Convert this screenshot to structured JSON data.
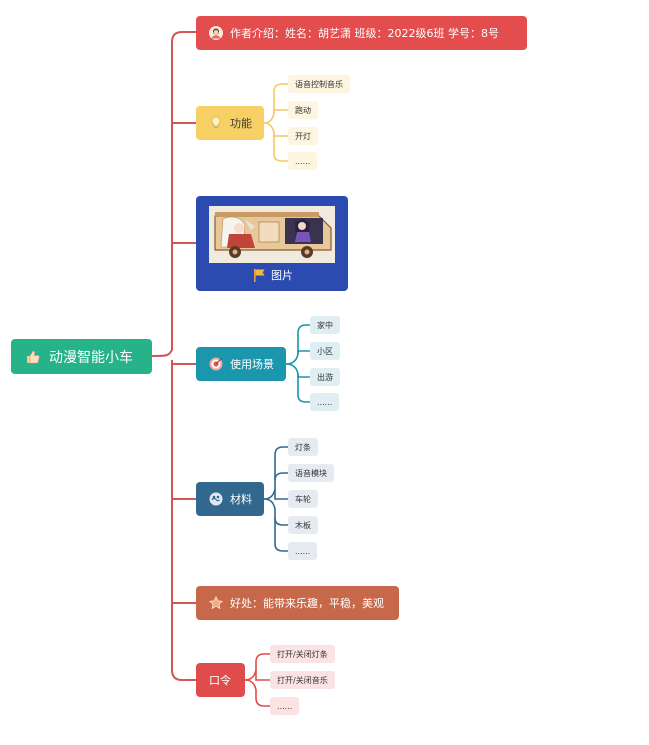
{
  "root": {
    "label": "动漫智能小车",
    "icon": "thumbs-up-icon"
  },
  "colors": {
    "main_line": "#d25656",
    "root": "#26b38a"
  },
  "branches": {
    "author": {
      "label": "作者介绍：姓名：胡艺潇   班级：2022级6班   学号：8号",
      "icon": "person-icon",
      "color": "#e44d4d"
    },
    "function": {
      "label": "功能",
      "icon": "lightbulb-icon",
      "color": "#f6cf65",
      "children": [
        "语音控制音乐",
        "跑动",
        "开灯",
        "......"
      ]
    },
    "picture": {
      "label": "图片",
      "icon": "flag-icon",
      "color": "#2b4bb0"
    },
    "scenes": {
      "label": "使用场景",
      "icon": "target-icon",
      "color": "#1a96ad",
      "children": [
        "家中",
        "小区",
        "出游",
        "......"
      ]
    },
    "materials": {
      "label": "材料",
      "icon": "handshake-icon",
      "color": "#33688e",
      "children": [
        "灯条",
        "语音模块",
        "车轮",
        "木板",
        "......"
      ]
    },
    "benefits": {
      "label": "好处：能带来乐趣，平稳，美观",
      "icon": "star-icon",
      "color": "#c8684a"
    },
    "commands": {
      "label": "口令",
      "color": "#e04c4c",
      "children": [
        "打开/关闭灯条",
        "打开/关闭音乐",
        "......"
      ]
    }
  }
}
